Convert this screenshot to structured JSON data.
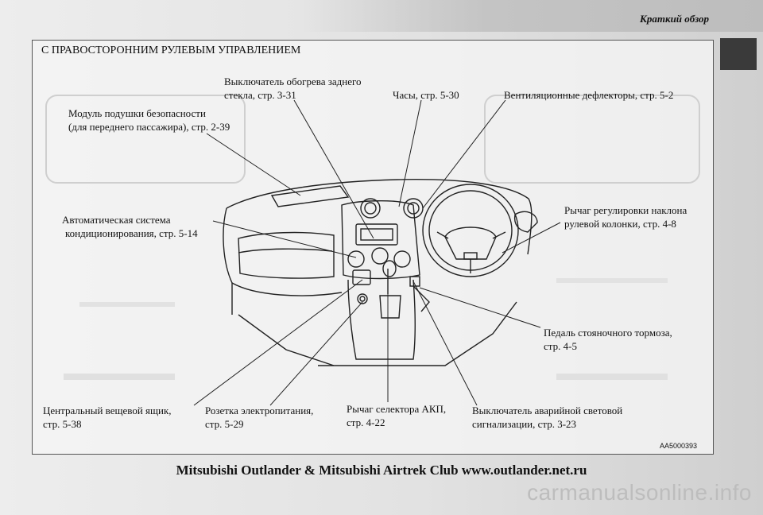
{
  "header": {
    "title": "Краткий обзор"
  },
  "section_title": "С ПРАВОСТОРОННИМ РУЛЕВЫМ УПРАВЛЕНИЕМ",
  "callouts": {
    "rear_defogger": [
      "Выключатель обогрева заднего",
      "стекла, стр. 3-31"
    ],
    "clock": [
      "Часы, стр. 5-30"
    ],
    "vents": [
      "Вентиляционные дефлекторы, стр. 5-2"
    ],
    "airbag": [
      "Модуль подушки безопасности",
      "(для переднего пассажира), стр. 2-39"
    ],
    "climate": [
      "Автоматическая система",
      "кондиционирования, стр. 5-14"
    ],
    "tilt": [
      "Рычаг регулировки наклона",
      "рулевой колонки, стр. 4-8"
    ],
    "parking_brake": [
      "Педаль стояночного тормоза,",
      "стр. 4-5"
    ],
    "console_box": [
      "Центральный вещевой ящик,",
      "стр. 5-38"
    ],
    "power_outlet": [
      "Розетка электропитания,",
      "стр. 5-29"
    ],
    "selector": [
      "Рычаг селектора АКП,",
      "стр. 4-22"
    ],
    "hazard": [
      "Выключатель аварийной световой",
      "сигнализации, стр. 3-23"
    ]
  },
  "figure_code": "AA5000393",
  "footer_credit": "Mitsubishi Outlander & Mitsubishi Airtrek Club www.outlander.net.ru",
  "watermark": "carmanualsonline.info",
  "colors": {
    "frame": "#555555",
    "side_tab": "#3a3a3a",
    "line": "#222222"
  }
}
